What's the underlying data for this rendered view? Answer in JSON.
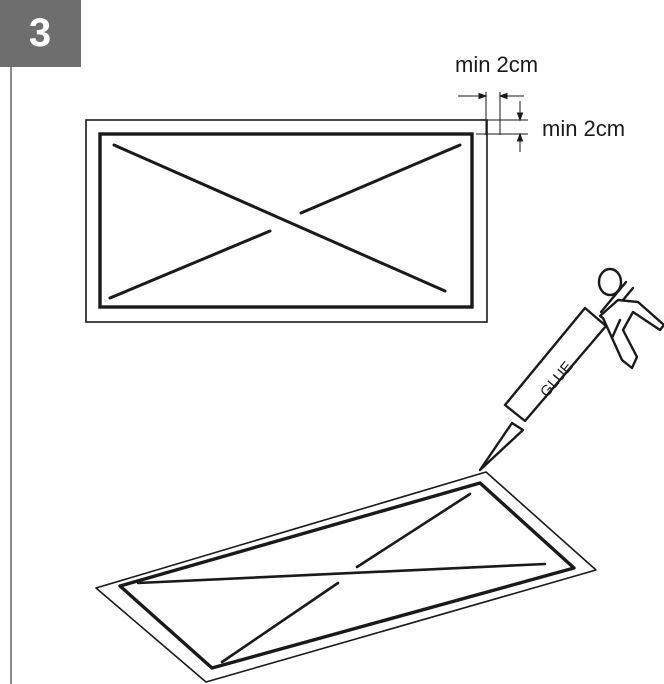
{
  "step": {
    "number": "3"
  },
  "dimensions": {
    "horizontal_label": "min 2cm",
    "vertical_label": "min 2cm"
  },
  "glue_gun": {
    "label": "GLUE"
  },
  "colors": {
    "badge": "#6e6e6e",
    "line": "#1a1a1a",
    "rule": "#8a8a8a"
  }
}
